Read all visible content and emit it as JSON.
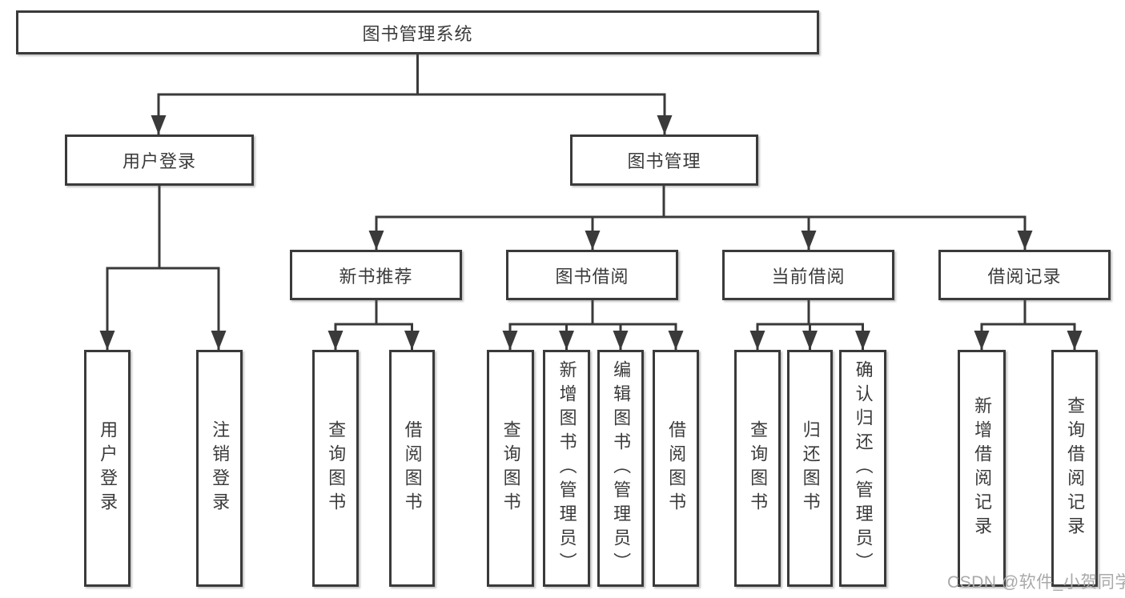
{
  "diagram": {
    "type": "tree",
    "root": {
      "label": "图书管理系统"
    },
    "branches": [
      {
        "label": "用户登录",
        "children": [
          "用户登录",
          "注销登录"
        ]
      },
      {
        "label": "图书管理",
        "sections": [
          {
            "label": "新书推荐",
            "children": [
              "查询图书",
              "借阅图书"
            ]
          },
          {
            "label": "图书借阅",
            "children": [
              "查询图书",
              "新增图书（管理员）",
              "编辑图书（管理员）",
              "借阅图书"
            ]
          },
          {
            "label": "当前借阅",
            "children": [
              "查询图书",
              "归还图书",
              "确认归还（管理员）"
            ]
          },
          {
            "label": "借阅记录",
            "children": [
              "新增借阅记录",
              "查询借阅记录"
            ]
          }
        ]
      }
    ]
  },
  "watermark": {
    "text": "CSDN @软件_小贺同学"
  },
  "colors": {
    "line": "#3a3a3a",
    "text": "#3b3b3b",
    "watermark": "#a9a9a9",
    "background": "#ffffff"
  }
}
